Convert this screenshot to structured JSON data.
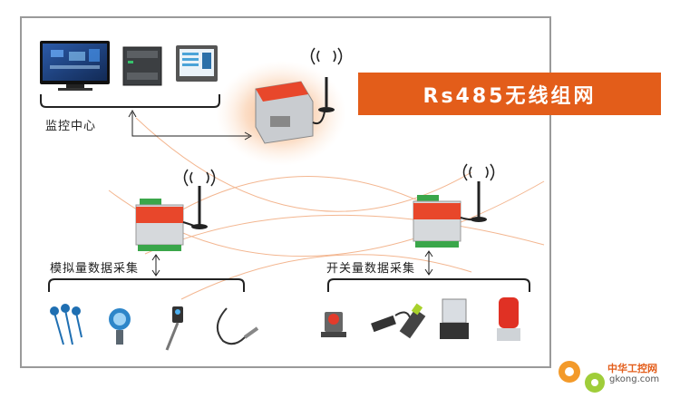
{
  "title": "Rs485无线组网",
  "labels": {
    "monitor_center": "监控中心",
    "analog_collect": "模拟量数据采集",
    "switch_collect": "开关量数据采集"
  },
  "watermark": {
    "cn": "中华工控网",
    "url": "gkong.com"
  },
  "colors": {
    "accent": "#e35d1a",
    "module_red": "#e8472b",
    "module_gray": "#d6d9dc",
    "terminal_green": "#3aa64a",
    "screen_blue": "#1d3f7a",
    "frame": "#9a9a9a"
  }
}
